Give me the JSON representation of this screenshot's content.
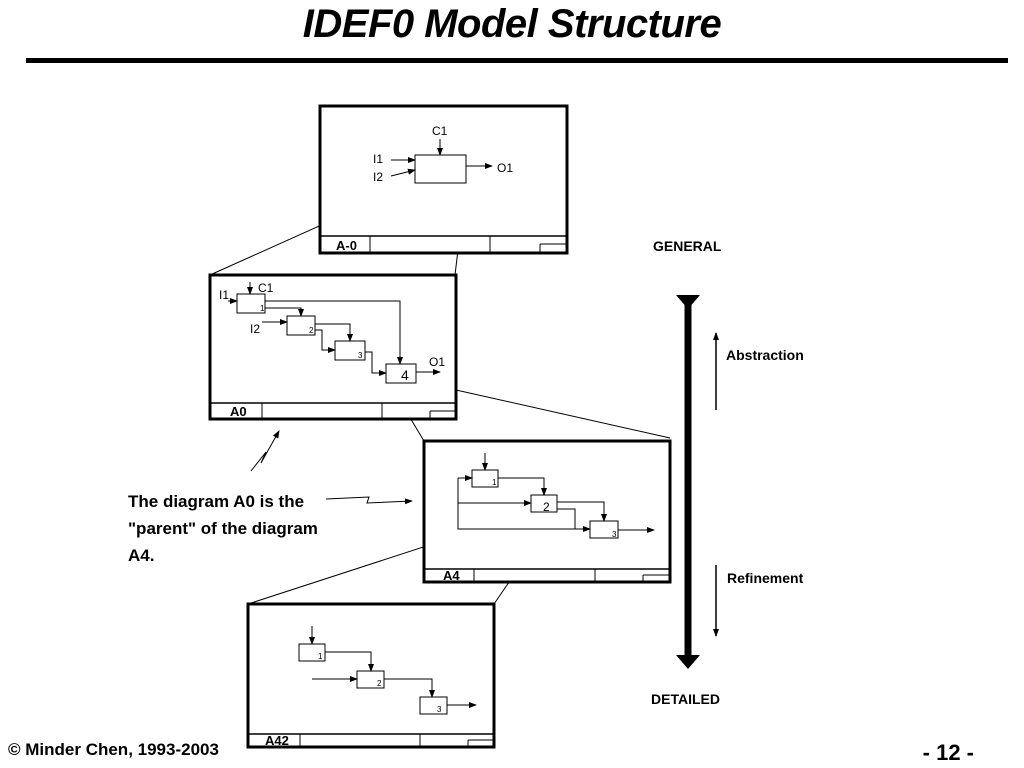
{
  "title": "IDEF0 Model Structure",
  "footer": {
    "copyright": "© Minder Chen, 1993-2003",
    "page_number": "- 12 -"
  },
  "caption": "The diagram A0 is the \"parent\" of the diagram A4.",
  "scale": {
    "general": "GENERAL",
    "detailed": "DETAILED",
    "abstraction": "Abstraction",
    "refinement": "Refinement"
  },
  "diagrams": {
    "a_minus_0": {
      "node_label": "A-0",
      "control": "C1",
      "inputs": [
        "I1",
        "I2"
      ],
      "output": "O1"
    },
    "a0": {
      "node_label": "A0",
      "control": "C1",
      "inputs": [
        "I1",
        "I2"
      ],
      "output": "O1",
      "boxes": [
        "1",
        "2",
        "3",
        "4"
      ]
    },
    "a4": {
      "node_label": "A4",
      "boxes": [
        "1",
        "2",
        "3"
      ]
    },
    "a42": {
      "node_label": "A42",
      "boxes": [
        "1",
        "2",
        "3"
      ]
    }
  }
}
